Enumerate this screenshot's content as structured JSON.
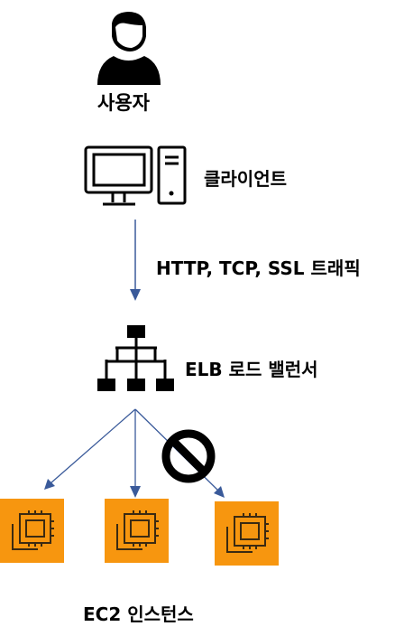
{
  "nodes": {
    "user": {
      "label": "사용자",
      "icon": "user-icon"
    },
    "client": {
      "label": "클라이언트",
      "icon": "desktop-computer-icon"
    },
    "traffic": {
      "label": "HTTP, TCP, SSL 트래픽"
    },
    "elb": {
      "label": "ELB 로드 밸런서",
      "icon": "network-hierarchy-icon"
    },
    "instances": {
      "label": "EC2 인스턴스",
      "items": [
        {
          "icon": "ec2-instance-icon",
          "status": "healthy"
        },
        {
          "icon": "ec2-instance-icon",
          "status": "healthy"
        },
        {
          "icon": "ec2-instance-icon",
          "status": "blocked"
        }
      ]
    }
  },
  "colors": {
    "arrow": "#3a5a9a",
    "ec2_orange": "#f7960f",
    "black": "#000000"
  }
}
